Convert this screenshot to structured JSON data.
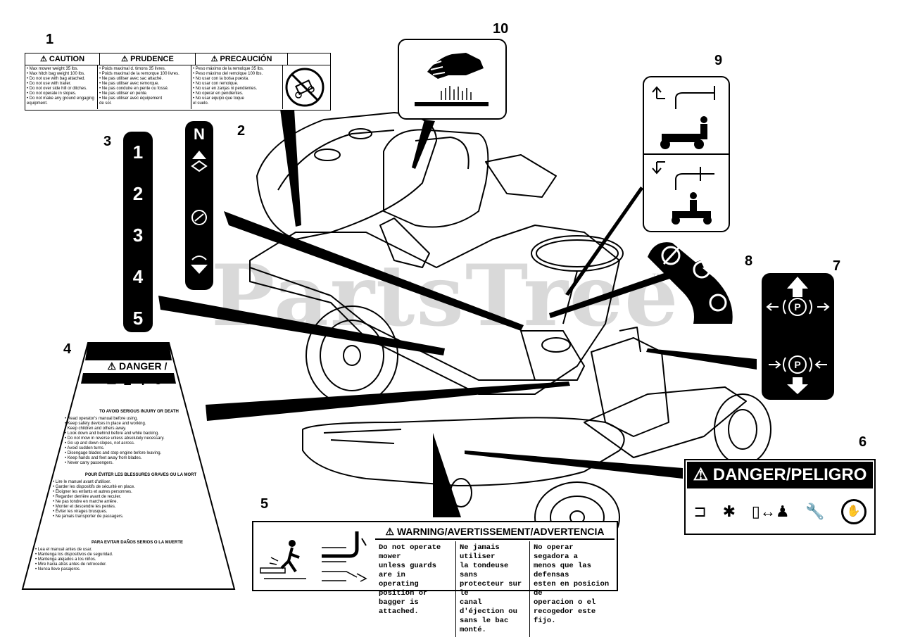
{
  "watermark": "PartsTree",
  "watermark_tm": "™",
  "callouts": [
    "1",
    "2",
    "3",
    "4",
    "5",
    "6",
    "7",
    "8",
    "9",
    "10"
  ],
  "label1": {
    "headers": [
      "CAUTION",
      "PRUDENCE",
      "PRECAUCIÓN"
    ],
    "col1": [
      "• Max mower weight 35 lbs.",
      "• Max hitch bag weight 100 lbs.",
      "• Do not use with bag attached.",
      "• Do not use with trailer.",
      "• Do not over side hill or ditches.",
      "• Do not operate in slopes.",
      "• Do not make any ground engaging",
      "  equipment."
    ],
    "col2": [
      "• Poids maximal d. timons 35 livres.",
      "• Poids maximal de la remorque 100 livres.",
      "• Ne pas utiliser avec sac attaché.",
      "• Ne pas utiliser avec remorque.",
      "• Ne pas conduire en pente ou fossé.",
      "• Ne pas utiliser en pente.",
      "• Ne pas utiliser avec équipement",
      "  de sol."
    ],
    "col3": [
      "• Peso máximo de la remolque 35 lbs.",
      "• Peso máximo del remolque 100 lbs.",
      "• No usar con la bolsa puesta.",
      "• No usar con remolque.",
      "• No usar en zanjas ni pendientes.",
      "• No operar en pendientes.",
      "• No usar equipo que toque",
      "  el suelo."
    ]
  },
  "label2": {
    "neutral": "N"
  },
  "label3": {
    "gears": [
      "1",
      "2",
      "3",
      "4",
      "5"
    ]
  },
  "label4": {
    "danger": "DANGER / PELIGRO",
    "avoid": "TO AVOID SERIOUS INJURY OR DEATH",
    "fr_title": "POUR ÉVITER LES BLESSURES GRAVES OU LA MORT",
    "es_title": "PARA EVITAR DAÑOS SERIOS O LA MUERTE",
    "en_lines": [
      "• Read operator's manual before using.",
      "• Keep safety devices in place and working.",
      "• Keep children and others away.",
      "• Look down and behind before and while backing.",
      "• Do not mow in reverse unless absolutely necessary.",
      "• Go up and down slopes, not across.",
      "• Avoid sudden turns.",
      "• Disengage blades and stop engine before leaving.",
      "• Keep hands and feet away from blades.",
      "• Never carry passengers."
    ],
    "fr_lines": [
      "• Lire le manuel avant d'utiliser.",
      "• Garder les dispositifs de sécurité en place.",
      "• Éloigner les enfants et autres personnes.",
      "• Regarder derrière avant de reculer.",
      "• Ne pas tondre en marche arrière.",
      "• Monter et descendre les pentes.",
      "• Éviter les virages brusques.",
      "• Ne jamais transporter de passagers."
    ],
    "es_lines": [
      "• Lea el manual antes de usar.",
      "• Mantenga los dispositivos de seguridad.",
      "• Mantenga alejados a los niños.",
      "• Mire hacia atrás antes de retroceder.",
      "• Nunca lleve pasajeros."
    ]
  },
  "label5": {
    "title": "WARNING/AVERTISSEMENT/ADVERTENCIA",
    "col_en": [
      "Do not operate mower",
      "unless guards are in",
      "operating position or",
      "bagger is attached."
    ],
    "col_fr": [
      "Ne jamais utiliser",
      "la tondeuse sans",
      "protecteur sur le",
      "canal d'éjection ou",
      "sans le bac monté."
    ],
    "col_es": [
      "No operar segadora a",
      "menos que las defensas",
      "esten en posicion de",
      "operacion o el",
      "recogedor este fijo."
    ]
  },
  "label6": {
    "title": "DANGER/PELIGRO"
  },
  "colors": {
    "ink": "#000000",
    "watermark": "#d9d9d9",
    "paper": "#ffffff"
  },
  "icons": [
    "caution-triangle-icon",
    "hand-burn-icon",
    "hot-surface-icon",
    "neutral-icon",
    "arrow-up-icon",
    "arrow-down-icon",
    "turtle-icon",
    "rabbit-icon",
    "choke-icon",
    "lever-icon",
    "parking-brake-icon",
    "operator-icon",
    "thrown-object-icon",
    "manual-icon",
    "bystander-icon",
    "no-hands-icon"
  ]
}
